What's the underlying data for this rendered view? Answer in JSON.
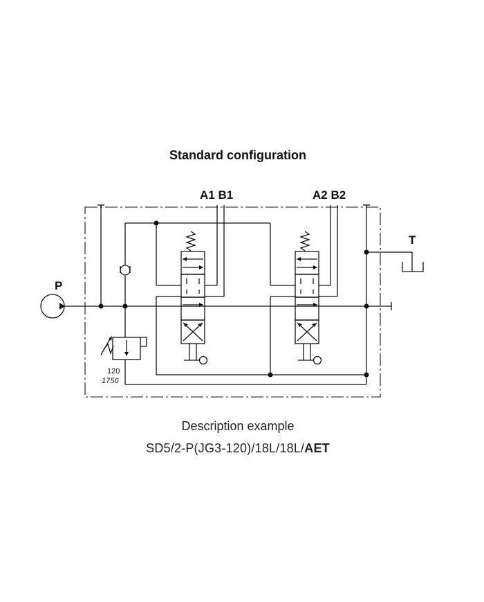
{
  "title": "Standard configuration",
  "ports": {
    "p": "P",
    "t": "T",
    "a1b1": "A1 B1",
    "a2b2": "A2 B2"
  },
  "relief_valve": {
    "setting_bar": "120",
    "setting_psi": "1750"
  },
  "description": {
    "label": "Description example",
    "code_prefix": "SD5/2-P(JG3-120)/18L/18L/",
    "code_suffix": "AET"
  }
}
